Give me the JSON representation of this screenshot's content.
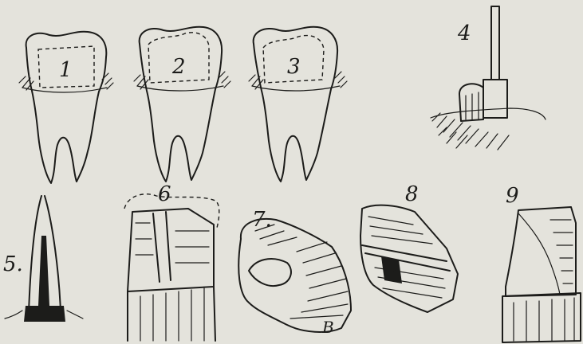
{
  "figures": [
    {
      "id": "tooth-1",
      "label": "1"
    },
    {
      "id": "tooth-2",
      "label": "2"
    },
    {
      "id": "tooth-3",
      "label": "3"
    },
    {
      "id": "post-crown-4",
      "label": "4"
    },
    {
      "id": "root-post-5",
      "label": "5."
    },
    {
      "id": "prepared-tooth-6",
      "label": "6"
    },
    {
      "id": "molar-crown-7",
      "label": "7."
    },
    {
      "id": "inlay-8",
      "label": "8"
    },
    {
      "id": "jacket-9",
      "label": "9"
    }
  ],
  "annotations": {
    "figure_7_marker": "B"
  },
  "colors": {
    "paper": "#e4e3dc",
    "ink": "#1c1c1a"
  }
}
